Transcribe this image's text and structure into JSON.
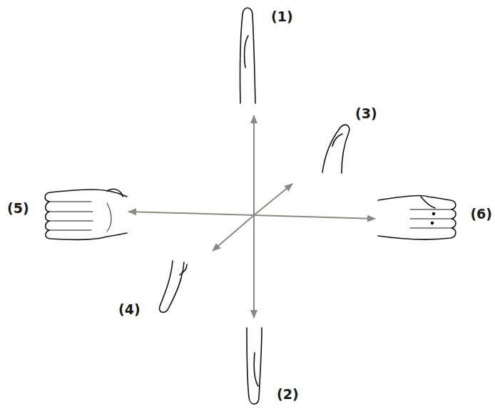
{
  "diagram": {
    "labels": [
      "(1)",
      "(2)",
      "(3)",
      "(4)",
      "(5)",
      "(6)"
    ]
  }
}
